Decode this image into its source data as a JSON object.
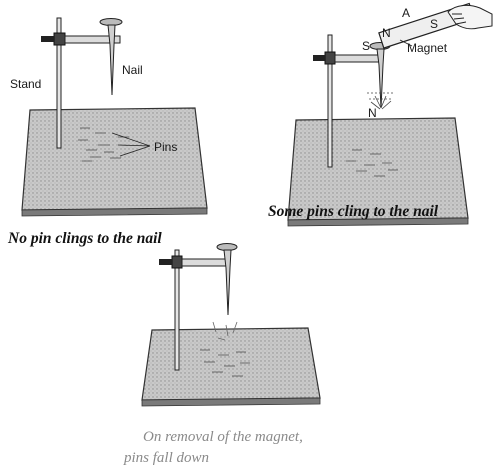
{
  "figure1": {
    "labels": {
      "stand": "Stand",
      "nail": "Nail",
      "pins": "Pins"
    },
    "caption": "No pin clings to the nail"
  },
  "figure2": {
    "labels": {
      "s_top": "S",
      "n_tip": "N",
      "magnet": "Magnet",
      "magnet_a": "A",
      "magnet_n": "N",
      "magnet_s": "S"
    },
    "caption": "Some pins cling to the nail"
  },
  "figure3": {
    "caption_line1": "On removal of the magnet,",
    "caption_line2": "pins fall down"
  }
}
